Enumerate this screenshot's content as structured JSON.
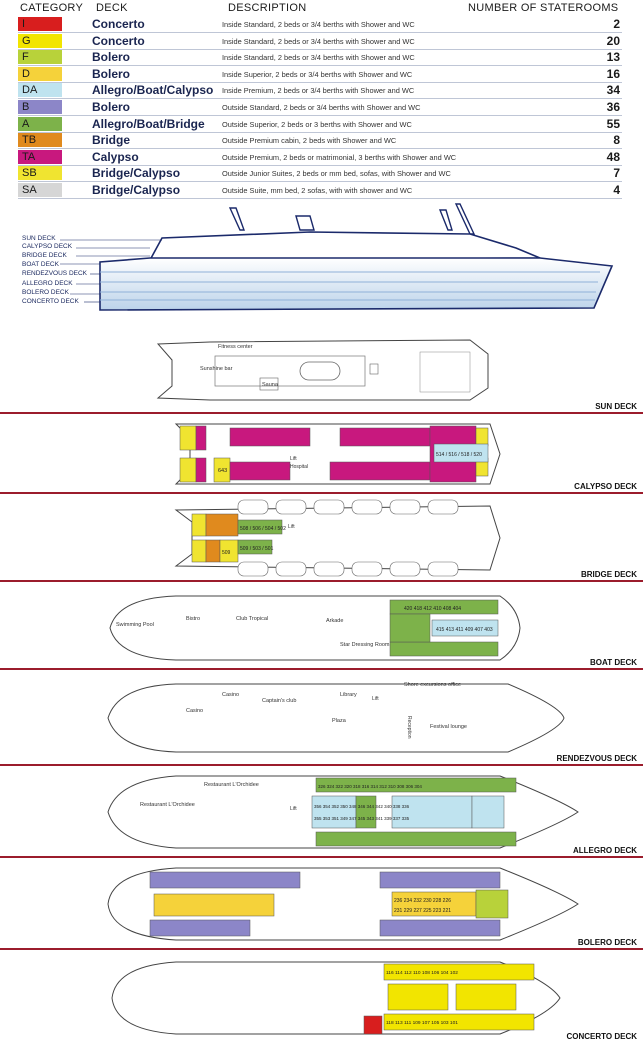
{
  "table": {
    "headers": [
      "CATEGORY",
      "DECK",
      "DESCRIPTION",
      "NUMBER OF STATEROOMS"
    ],
    "rows": [
      {
        "code": "I",
        "color": "#d81e1e",
        "deck": "Concerto",
        "desc": "Inside Standard, 2 beds or 3/4 berths with Shower and WC",
        "num": "2"
      },
      {
        "code": "G",
        "color": "#f2e500",
        "deck": "Concerto",
        "desc": "Inside Standard, 2 beds or 3/4 berths with Shower and WC",
        "num": "20"
      },
      {
        "code": "F",
        "color": "#b8d23a",
        "deck": "Bolero",
        "desc": "Inside Standard, 2 beds or 3/4 berths with Shower and WC",
        "num": "13"
      },
      {
        "code": "D",
        "color": "#f5d23a",
        "deck": "Bolero",
        "desc": "Inside Superior, 2 beds or 3/4 berths with Shower and WC",
        "num": "16"
      },
      {
        "code": "DA",
        "color": "#bfe3ef",
        "deck": "Allegro/Boat/Calypso",
        "desc": "Inside Premium, 2 beds or 3/4 berths with Shower and WC",
        "num": "34"
      },
      {
        "code": "B",
        "color": "#8c86c8",
        "deck": "Bolero",
        "desc": "Outside Standard, 2 beds or 3/4 berths with Shower and WC",
        "num": "36"
      },
      {
        "code": "A",
        "color": "#7db24a",
        "deck": "Allegro/Boat/Bridge",
        "desc": "Outside Superior, 2 beds or 3 berths with Shower and WC",
        "num": "55"
      },
      {
        "code": "TB",
        "color": "#e08a1e",
        "deck": "Bridge",
        "desc": "Outside Premium cabin, 2 beds with Shower and WC",
        "num": "8"
      },
      {
        "code": "TA",
        "color": "#c8187e",
        "deck": "Calypso",
        "desc": "Outside Premium, 2 beds or matrimonial, 3 berths with Shower and WC",
        "num": "48"
      },
      {
        "code": "SB",
        "color": "#f0e430",
        "deck": "Bridge/Calypso",
        "desc": "Outside Junior Suites, 2 beds or mm bed, sofas, with Shower and WC",
        "num": "7"
      },
      {
        "code": "SA",
        "color": "#d6d6d6",
        "deck": "Bridge/Calypso",
        "desc": "Outside Suite, mm bed, 2 sofas, with with shower and WC",
        "num": "4"
      }
    ]
  },
  "profile_decks": [
    "SUN DECK",
    "CALYPSO DECK",
    "BRIDGE DECK",
    "BOAT DECK",
    "RENDEZVOUS DECK",
    "ALLEGRO DECK",
    "BOLERO DECK",
    "CONCERTO DECK"
  ],
  "decks": [
    {
      "name": "SUN DECK",
      "areas": [
        "Fitness center",
        "Sunshine bar",
        "Sauna"
      ]
    },
    {
      "name": "CALYPSO DECK",
      "areas": [
        "Lift",
        "Hospital"
      ],
      "cabin_group": "514 / 516 / 518 / 520",
      "cabin_single": "643"
    },
    {
      "name": "BRIDGE DECK",
      "areas": [
        "Lift"
      ],
      "cabin_group_a": "508 / 506 / 504 / 502",
      "cabin_group_b": "509 / 503 / 501",
      "cabin_single": "509"
    },
    {
      "name": "BOAT DECK",
      "areas": [
        "Swimming Pool",
        "Bistro",
        "Club Tropical",
        "Arkade",
        "Star Dressing Room"
      ],
      "cabin_row": [
        "420",
        "418",
        "412",
        "410",
        "408",
        "404"
      ],
      "cabin_row_inner": [
        "415",
        "413",
        "411",
        "409",
        "407",
        "403"
      ]
    },
    {
      "name": "RENDEZVOUS DECK",
      "areas": [
        "Casino",
        "Captain's club",
        "Library",
        "Lift",
        "Shore excursions office",
        "Plaza",
        "Reception",
        "Festival lounge",
        "Casino"
      ]
    },
    {
      "name": "ALLEGRO DECK",
      "areas": [
        "Restaurant L'Orchidee",
        "Restaurant L'Orchidee",
        "Lift"
      ],
      "cabins_top": [
        "326",
        "324",
        "322",
        "320",
        "318",
        "316",
        "314",
        "312",
        "310",
        "308",
        "306",
        "304"
      ],
      "cabins_mid": [
        "356",
        "354",
        "352",
        "350",
        "348",
        "346",
        "344",
        "342",
        "340",
        "338",
        "336"
      ],
      "cabins_low": [
        "355",
        "353",
        "351",
        "349",
        "347",
        "345",
        "343",
        "341",
        "339",
        "337",
        "335"
      ]
    },
    {
      "name": "BOLERO DECK",
      "cabins_mid": [
        "236",
        "234",
        "232",
        "230",
        "228",
        "226"
      ],
      "cabins_low": [
        "231",
        "229",
        "227",
        "225",
        "223",
        "221"
      ]
    },
    {
      "name": "CONCERTO DECK",
      "cabins": [
        "116",
        "114",
        "112",
        "110",
        "108",
        "106",
        "104",
        "102",
        "118",
        "113",
        "111",
        "109",
        "107",
        "105",
        "103",
        "101"
      ]
    }
  ]
}
